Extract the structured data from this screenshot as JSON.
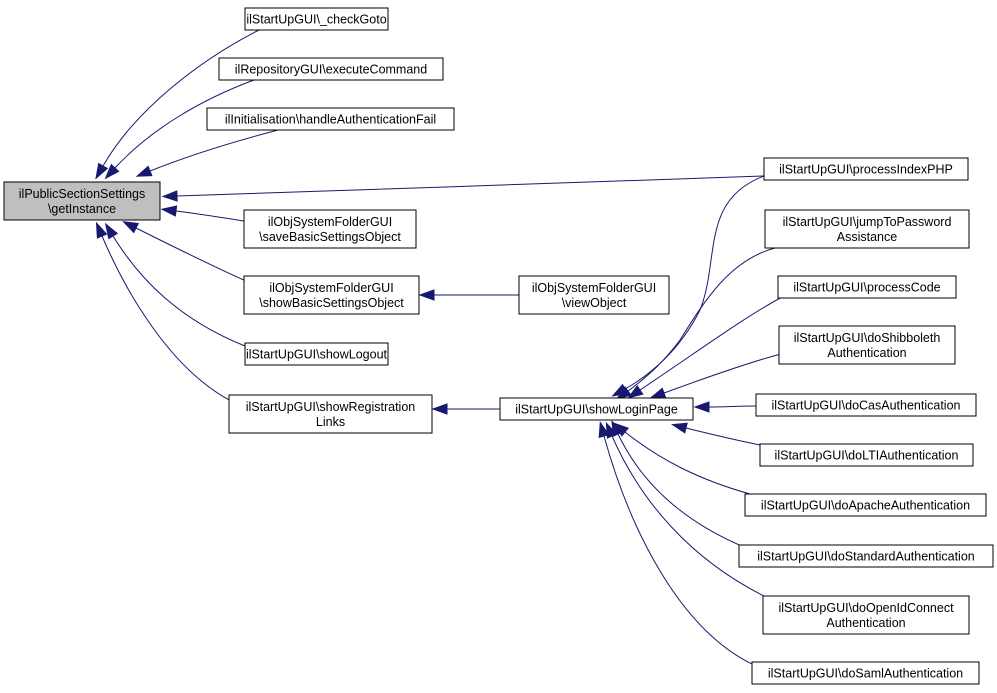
{
  "diagram": {
    "colors": {
      "edge": "#191970",
      "root_fill": "#bfbfbf",
      "node_fill": "#ffffff",
      "node_border": "#000000"
    },
    "nodes": [
      {
        "id": "root",
        "lines": [
          "ilPublicSectionSettings",
          "\\getInstance"
        ],
        "highlighted": true
      },
      {
        "id": "checkgoto",
        "lines": [
          "ilStartUpGUI\\_checkGoto"
        ]
      },
      {
        "id": "repo",
        "lines": [
          "ilRepositoryGUI\\executeCommand"
        ]
      },
      {
        "id": "initfail",
        "lines": [
          "ilInitialisation\\handleAuthenticationFail"
        ]
      },
      {
        "id": "savebasic",
        "lines": [
          "ilObjSystemFolderGUI",
          "\\saveBasicSettingsObject"
        ]
      },
      {
        "id": "showbasic",
        "lines": [
          "ilObjSystemFolderGUI",
          "\\showBasicSettingsObject"
        ]
      },
      {
        "id": "viewobj",
        "lines": [
          "ilObjSystemFolderGUI",
          "\\viewObject"
        ]
      },
      {
        "id": "logout",
        "lines": [
          "ilStartUpGUI\\showLogout"
        ]
      },
      {
        "id": "showreg",
        "lines": [
          "ilStartUpGUI\\showRegistration",
          "Links"
        ]
      },
      {
        "id": "login",
        "lines": [
          "ilStartUpGUI\\showLoginPage"
        ]
      },
      {
        "id": "procidx",
        "lines": [
          "ilStartUpGUI\\processIndexPHP"
        ]
      },
      {
        "id": "jumppw",
        "lines": [
          "ilStartUpGUI\\jumpToPassword",
          "Assistance"
        ]
      },
      {
        "id": "proccode",
        "lines": [
          "ilStartUpGUI\\processCode"
        ]
      },
      {
        "id": "shib",
        "lines": [
          "ilStartUpGUI\\doShibboleth",
          "Authentication"
        ]
      },
      {
        "id": "cas",
        "lines": [
          "ilStartUpGUI\\doCasAuthentication"
        ]
      },
      {
        "id": "lti",
        "lines": [
          "ilStartUpGUI\\doLTIAuthentication"
        ]
      },
      {
        "id": "apache",
        "lines": [
          "ilStartUpGUI\\doApacheAuthentication"
        ]
      },
      {
        "id": "standard",
        "lines": [
          "ilStartUpGUI\\doStandardAuthentication"
        ]
      },
      {
        "id": "openid",
        "lines": [
          "ilStartUpGUI\\doOpenIdConnect",
          "Authentication"
        ]
      },
      {
        "id": "saml",
        "lines": [
          "ilStartUpGUI\\doSamlAuthentication"
        ]
      }
    ],
    "edges": [
      {
        "from": "checkgoto",
        "to": "root"
      },
      {
        "from": "repo",
        "to": "root"
      },
      {
        "from": "initfail",
        "to": "root"
      },
      {
        "from": "procidx",
        "to": "root"
      },
      {
        "from": "savebasic",
        "to": "root"
      },
      {
        "from": "showbasic",
        "to": "root"
      },
      {
        "from": "logout",
        "to": "root"
      },
      {
        "from": "showreg",
        "to": "root"
      },
      {
        "from": "viewobj",
        "to": "showbasic"
      },
      {
        "from": "login",
        "to": "showreg"
      },
      {
        "from": "procidx",
        "to": "login"
      },
      {
        "from": "jumppw",
        "to": "login"
      },
      {
        "from": "proccode",
        "to": "login"
      },
      {
        "from": "shib",
        "to": "login"
      },
      {
        "from": "cas",
        "to": "login"
      },
      {
        "from": "lti",
        "to": "login"
      },
      {
        "from": "apache",
        "to": "login"
      },
      {
        "from": "standard",
        "to": "login"
      },
      {
        "from": "openid",
        "to": "login"
      },
      {
        "from": "saml",
        "to": "login"
      }
    ]
  }
}
